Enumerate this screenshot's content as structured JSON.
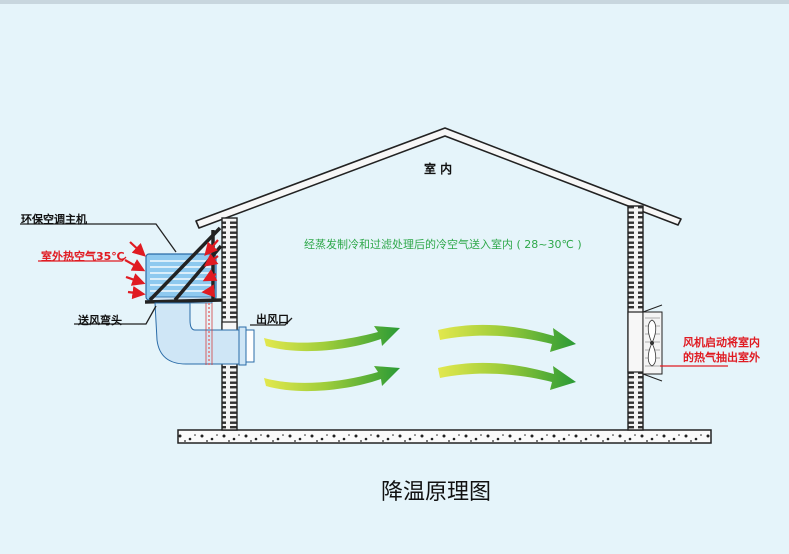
{
  "labels": {
    "indoor": "室 内",
    "ac_unit": "环保空调主机",
    "hot_air": "室外热空气35℃",
    "elbow": "送风弯头",
    "outlet": "出风口",
    "process": "经蒸发制冷和过滤处理后的冷空气送入室内 ( 28~30℃ )",
    "fan_line1": "风机启动将室内",
    "fan_line2": "的热气抽出室外",
    "caption": "降温原理图"
  },
  "colors": {
    "background": "#e5f4fa",
    "label_red": "#e01b22",
    "process_text": "#2ea84a",
    "arrow_green": "#3daa2e",
    "arrow_yellow": "#e3e84e",
    "wall_fill": "#f4f4f4",
    "duct_blue": "#cfe6f6",
    "unit_blue": "#8ec9ef"
  }
}
